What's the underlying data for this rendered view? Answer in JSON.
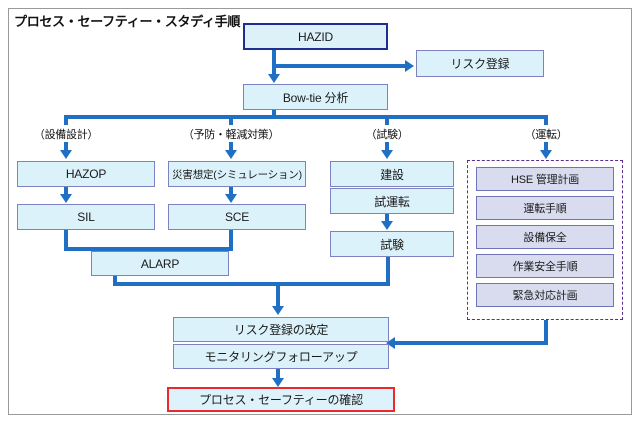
{
  "diagram": {
    "title": "プロセス・セーフティー・スタディ手順",
    "colors": {
      "box_fill_cyan": "#dcf2fa",
      "box_fill_lavender": "#d9dcee",
      "box_border": "#7d82c2",
      "emphasis_border_navy": "#1f2f8f",
      "emphasis_border_red": "#e8292f",
      "connector_blue": "#1f6fc4",
      "group_dashed_border": "#5b2d91",
      "frame_border": "#9a9a9a"
    },
    "top": {
      "hazid": "HAZID",
      "risk_register": "リスク登録",
      "bowtie": "Bow-tie 分析"
    },
    "branch_labels": [
      {
        "id": "equipment-design",
        "text": "（設備設計）"
      },
      {
        "id": "prevention-mitigation",
        "text": "（予防・軽減対策）"
      },
      {
        "id": "testing",
        "text": "（試験）"
      },
      {
        "id": "operation",
        "text": "（運転）"
      }
    ],
    "column_equipment_design": [
      "HAZOP",
      "SIL"
    ],
    "column_prevention": [
      "災害想定(シミュレーション)",
      "SCE"
    ],
    "alarp": "ALARP",
    "column_testing": [
      "建設",
      "試運転",
      "試験"
    ],
    "column_operation": [
      "HSE 管理計画",
      "運転手順",
      "設備保全",
      "作業安全手順",
      "緊急対応計画"
    ],
    "bottom": {
      "risk_register_revision": "リスク登録の改定",
      "monitoring_followup": "モニタリングフォローアップ",
      "process_safety_confirmation": "プロセス・セーフティーの確認"
    }
  }
}
